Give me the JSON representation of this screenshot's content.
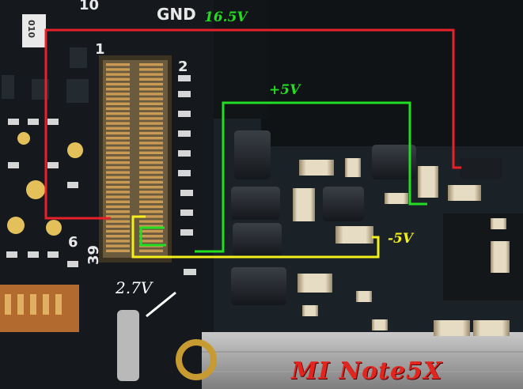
{
  "silkscreen": {
    "top_marker": "10",
    "gnd": "GND",
    "pin_1": "1",
    "pin_2": "2",
    "pin_6": "6",
    "pin_39": "39",
    "resistor_code": "010"
  },
  "voltages": {
    "v16_5": "16.5V",
    "v_plus5": "+5V",
    "v_minus5": "-5V",
    "v2_7": "2.7V"
  },
  "caption": "MI Note5X",
  "trace_colors": {
    "v16_5": "#e8202a",
    "v_plus5": "#22dd22",
    "v_minus5": "#f2ef1a",
    "v2_7": "#ffffff",
    "caption": "#e2261f"
  }
}
